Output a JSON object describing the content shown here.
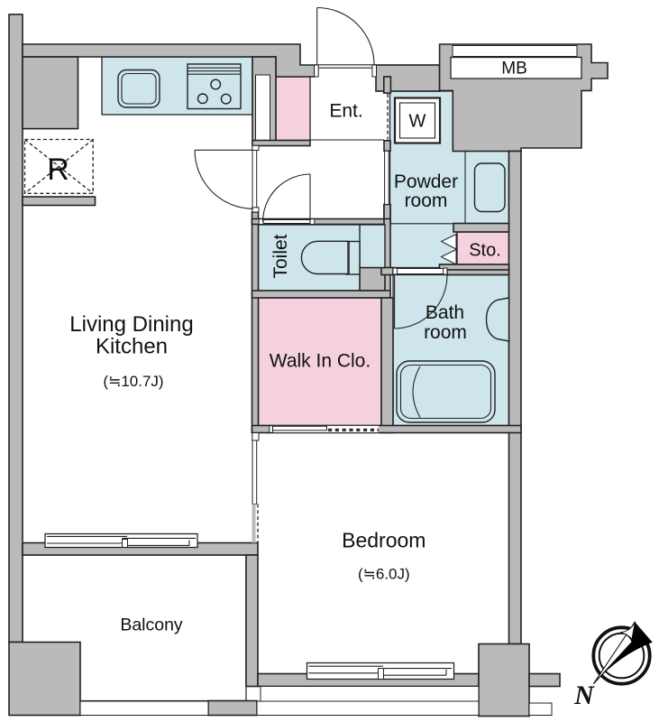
{
  "plan": {
    "type": "apartment-floor-plan",
    "rooms": {
      "ldk": {
        "name_line1": "Living Dining",
        "name_line2": "Kitchen",
        "area": "(≒10.7J)"
      },
      "bedroom": {
        "name": "Bedroom",
        "area": "(≒6.0J)"
      },
      "balcony": {
        "name": "Balcony"
      },
      "entrance": {
        "name": "Ent."
      },
      "powder_room": {
        "name_line1": "Powder",
        "name_line2": "room"
      },
      "bath_room": {
        "name_line1": "Bath",
        "name_line2": "room"
      },
      "toilet": {
        "name": "Toilet"
      },
      "walk_in_closet": {
        "name": "Walk In Clo."
      },
      "storage": {
        "name": "Sto."
      }
    },
    "fixtures": {
      "meter_box_label": "MB",
      "washer_label": "W",
      "refrigerator_label": "R",
      "compass_north_label": "N"
    },
    "colors": {
      "wall": "#bababa",
      "wet_area": "#cfe5ec",
      "storage_pink": "#f5d0de",
      "line": "#222222"
    }
  }
}
